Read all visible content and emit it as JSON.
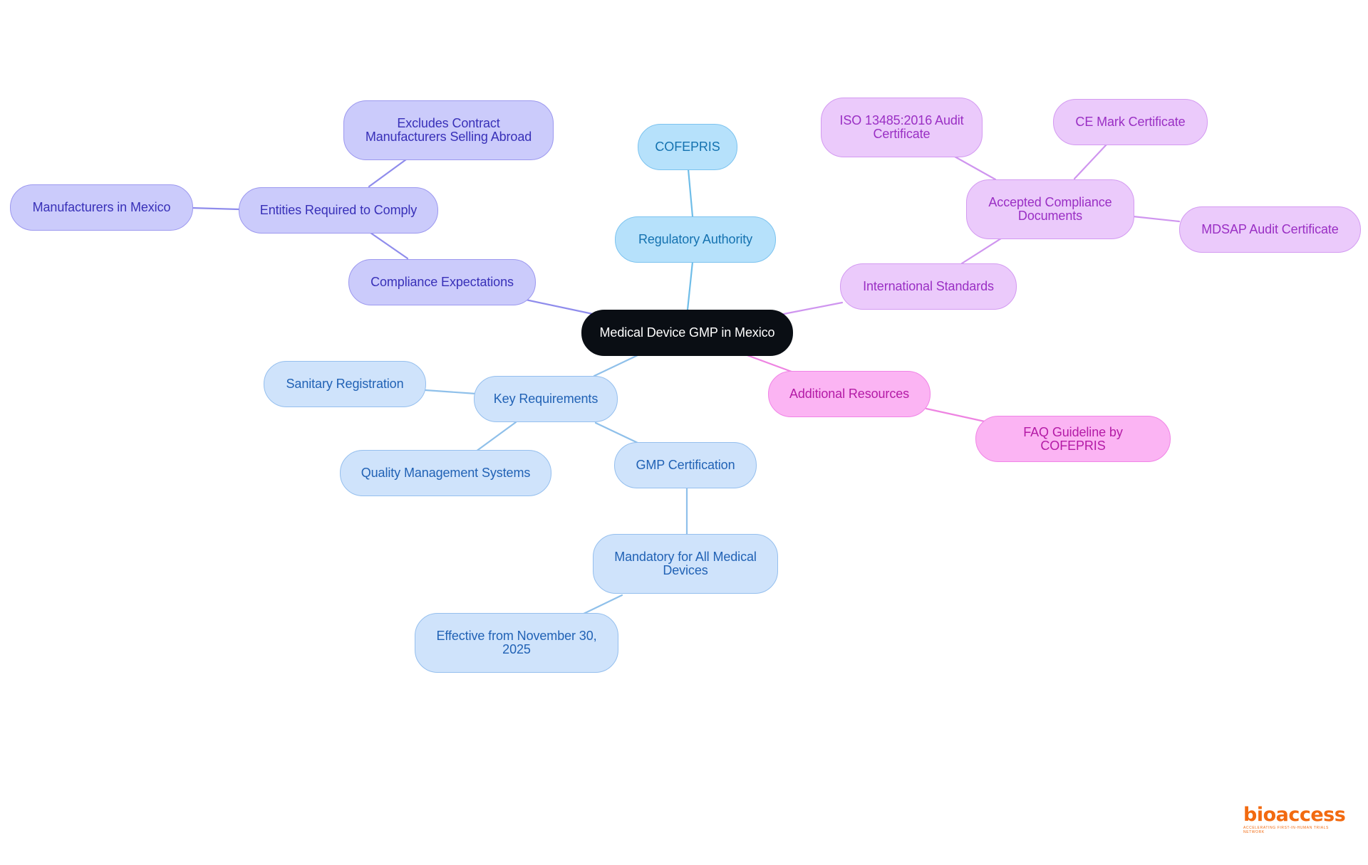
{
  "diagram": {
    "root": "Medical Device GMP in Mexico",
    "branches": {
      "compliance_expectations": {
        "label": "Compliance Expectations",
        "entities_required_to_comply": {
          "label": "Entities Required to Comply",
          "manufacturers_in_mexico": "Manufacturers in Mexico",
          "excludes_contract_manufacturers": "Excludes Contract Manufacturers Selling Abroad"
        }
      },
      "regulatory_authority": {
        "label": "Regulatory Authority",
        "cofepris": "COFEPRIS"
      },
      "international_standards": {
        "label": "International Standards",
        "accepted_compliance_documents": {
          "label": "Accepted Compliance Documents",
          "iso_13485_audit_certificate": "ISO 13485:2016 Audit Certificate",
          "ce_mark_certificate": "CE Mark Certificate",
          "mdsap_audit_certificate": "MDSAP Audit Certificate"
        }
      },
      "additional_resources": {
        "label": "Additional Resources",
        "faq_guideline": "FAQ Guideline by COFEPRIS"
      },
      "key_requirements": {
        "label": "Key Requirements",
        "sanitary_registration": "Sanitary Registration",
        "quality_management_systems": "Quality Management Systems",
        "gmp_certification": {
          "label": "GMP Certification",
          "mandatory_for_all_medical_devices": {
            "label": "Mandatory for All Medical Devices",
            "effective_date": "Effective from November 30, 2025"
          }
        }
      }
    },
    "colors": {
      "root": "#0a0e14",
      "compliance_branch": "#cbcbfb",
      "regulatory_branch": "#b6e1fb",
      "requirements_branch": "#cfe3fb",
      "standards_branch": "#ebcafb",
      "resources_branch": "#fbb4f3"
    }
  },
  "logo": {
    "wordmark": "bioaccess",
    "tagline": "ACCELERATING FIRST-IN-HUMAN TRIALS NETWORK"
  }
}
